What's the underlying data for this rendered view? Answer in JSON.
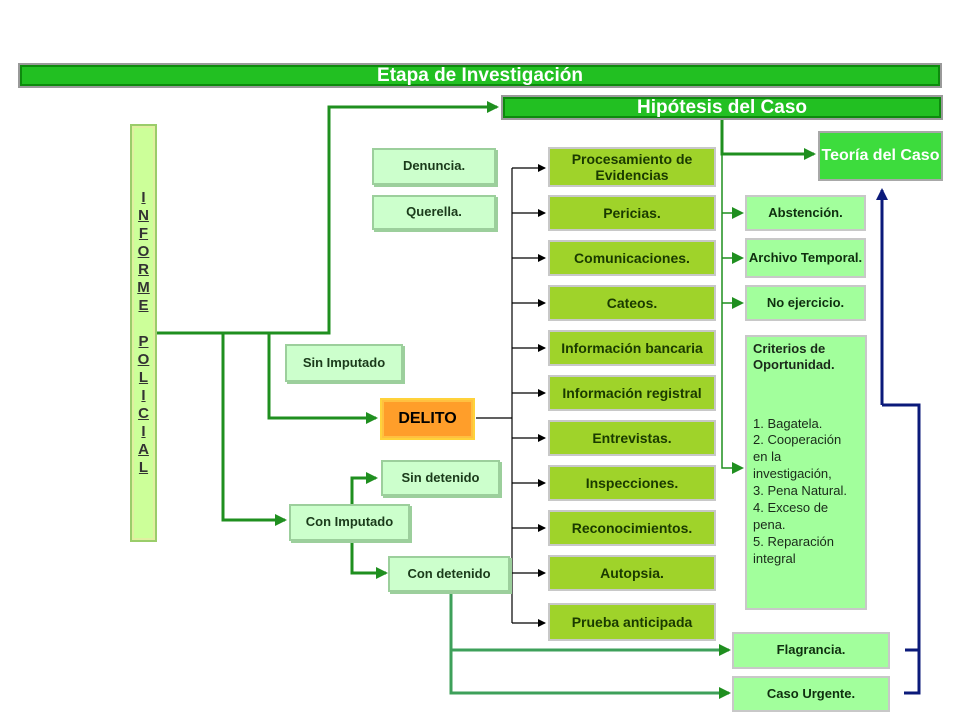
{
  "title": "Etapa de Investigación",
  "hypothesis": "Hipótesis del Caso",
  "theory": "Teoría del Caso",
  "informe_letters": [
    "I",
    "N",
    "F",
    "O",
    "R",
    "M",
    "E",
    "",
    "P",
    "O",
    "L",
    "I",
    "C",
    "I",
    "A",
    "L"
  ],
  "inputs": {
    "denuncia": "Denuncia.",
    "querella": "Querella."
  },
  "sin_imputado": "Sin Imputado",
  "delito": "DELITO",
  "con_imputado": "Con Imputado",
  "sin_detenido": "Sin detenido",
  "con_detenido": "Con detenido",
  "actions": [
    "Procesamiento de Evidencias",
    "Pericias.",
    "Comunicaciones.",
    "Cateos.",
    "Información bancaria",
    "Información registral",
    "Entrevistas.",
    "Inspecciones.",
    "Reconocimientos.",
    "Autopsia.",
    "Prueba anticipada"
  ],
  "outcomes": [
    "Abstención.",
    "Archivo Temporal.",
    "No ejercicio."
  ],
  "criterios": {
    "title": "Criterios de Oportunidad.",
    "items": [
      "1. Bagatela.",
      "2. Cooperación en la investigación,",
      "3. Pena Natural.",
      "4. Exceso de pena.",
      "5. Reparación integral"
    ]
  },
  "flagrancia": "Flagrancia.",
  "caso_urgente": "Caso Urgente."
}
